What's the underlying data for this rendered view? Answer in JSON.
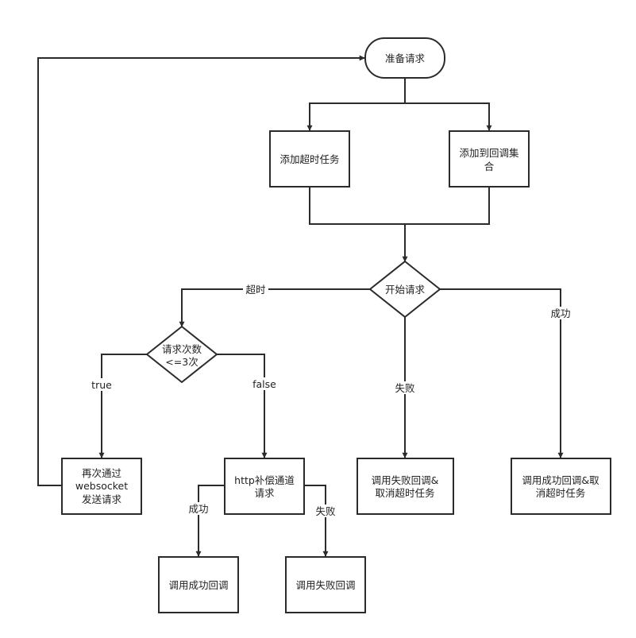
{
  "nodes": {
    "prepare_request": {
      "label": "准备请求"
    },
    "add_timeout_task": {
      "label": "添加超时任务"
    },
    "add_to_callback_set": {
      "label": "添加到回调集合",
      "lines": [
        "添加到回调集",
        "合"
      ]
    },
    "start_request": {
      "label": "开始请求"
    },
    "retry_count_check": {
      "label": "请求次数<=3次",
      "lines": [
        "请求次数",
        "<=3次"
      ]
    },
    "resend_websocket": {
      "label": "再次通过websocket发送请求",
      "lines": [
        "再次通过",
        "websocket",
        "发送请求"
      ]
    },
    "http_fallback": {
      "label": "http补偿通道请求",
      "lines": [
        "http补偿通道",
        "请求"
      ]
    },
    "call_fail_cancel": {
      "label": "调用失败回调&取消超时任务",
      "lines": [
        "调用失败回调&",
        "取消超时任务"
      ]
    },
    "call_success_cancel": {
      "label": "调用成功回调&取消超时任务",
      "lines": [
        "调用成功回调&取",
        "消超时任务"
      ]
    },
    "call_success": {
      "label": "调用成功回调"
    },
    "call_fail": {
      "label": "调用失败回调"
    }
  },
  "edge_labels": {
    "timeout": "超时",
    "success": "成功",
    "fail": "失败",
    "true": "true",
    "false": "false",
    "http_success": "成功",
    "http_fail": "失败"
  },
  "colors": {
    "stroke": "#2b2b2b",
    "text": "#222222",
    "background": "#ffffff"
  }
}
